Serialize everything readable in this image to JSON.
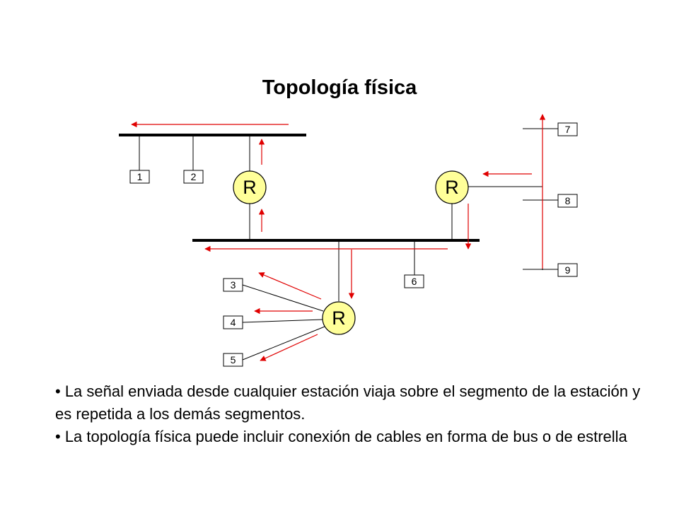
{
  "title": "Topología física",
  "diagram": {
    "stations": [
      {
        "id": "1",
        "label": "1"
      },
      {
        "id": "2",
        "label": "2"
      },
      {
        "id": "3",
        "label": "3"
      },
      {
        "id": "4",
        "label": "4"
      },
      {
        "id": "5",
        "label": "5"
      },
      {
        "id": "6",
        "label": "6"
      },
      {
        "id": "7",
        "label": "7"
      },
      {
        "id": "8",
        "label": "8"
      },
      {
        "id": "9",
        "label": "9"
      }
    ],
    "repeaters": [
      {
        "id": "r-top-left",
        "label": "R"
      },
      {
        "id": "r-top-right",
        "label": "R"
      },
      {
        "id": "r-bottom",
        "label": "R"
      }
    ],
    "colors": {
      "node_fill": "#ffff99",
      "arrow": "#e00000",
      "line": "#000000"
    }
  },
  "bullets": [
    "• La señal enviada desde cualquier estación viaja sobre el segmento de la estación y es repetida a los demás segmentos.",
    "• La topología física puede incluir conexión de cables en forma de bus o de estrella"
  ]
}
